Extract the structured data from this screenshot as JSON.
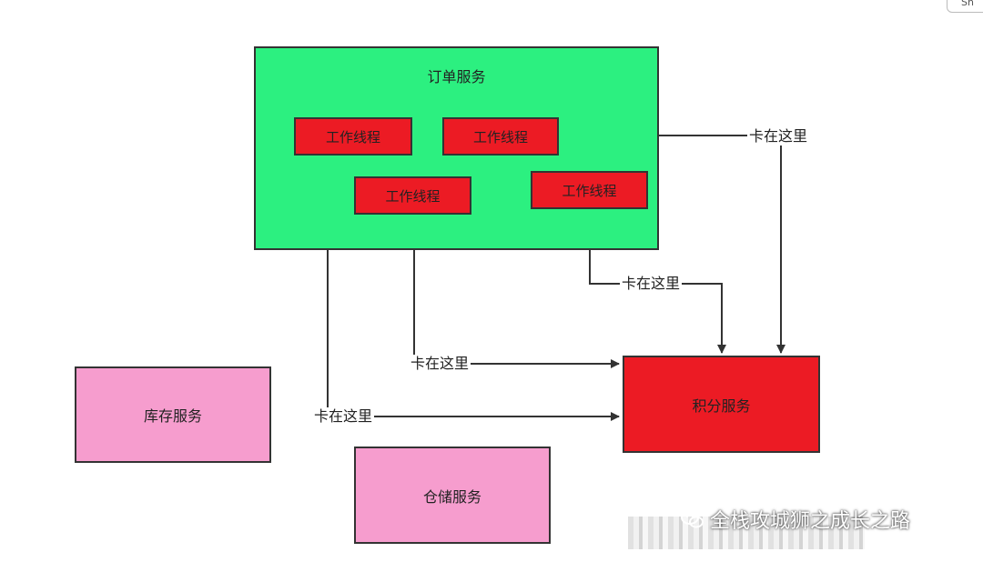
{
  "diagram": {
    "order_service": {
      "label": "订单服务"
    },
    "workers": [
      {
        "label": "工作线程"
      },
      {
        "label": "工作线程"
      },
      {
        "label": "工作线程"
      },
      {
        "label": "工作线程"
      }
    ],
    "points_service": {
      "label": "积分服务"
    },
    "inventory_service": {
      "label": "库存服务"
    },
    "warehouse_service": {
      "label": "仓储服务"
    },
    "connection_labels": [
      {
        "label": "卡在这里"
      },
      {
        "label": "卡在这里"
      },
      {
        "label": "卡在这里"
      },
      {
        "label": "卡在这里"
      }
    ],
    "colors": {
      "order_service": "#2cf080",
      "worker": "#ec1b24",
      "points_service": "#ec1b24",
      "other_service": "#f69dce",
      "line": "#333333"
    }
  },
  "watermark": {
    "icon": "wechat-icon",
    "text": "全栈攻城狮之成长之路"
  },
  "corner_button": {
    "label": "Sh"
  }
}
